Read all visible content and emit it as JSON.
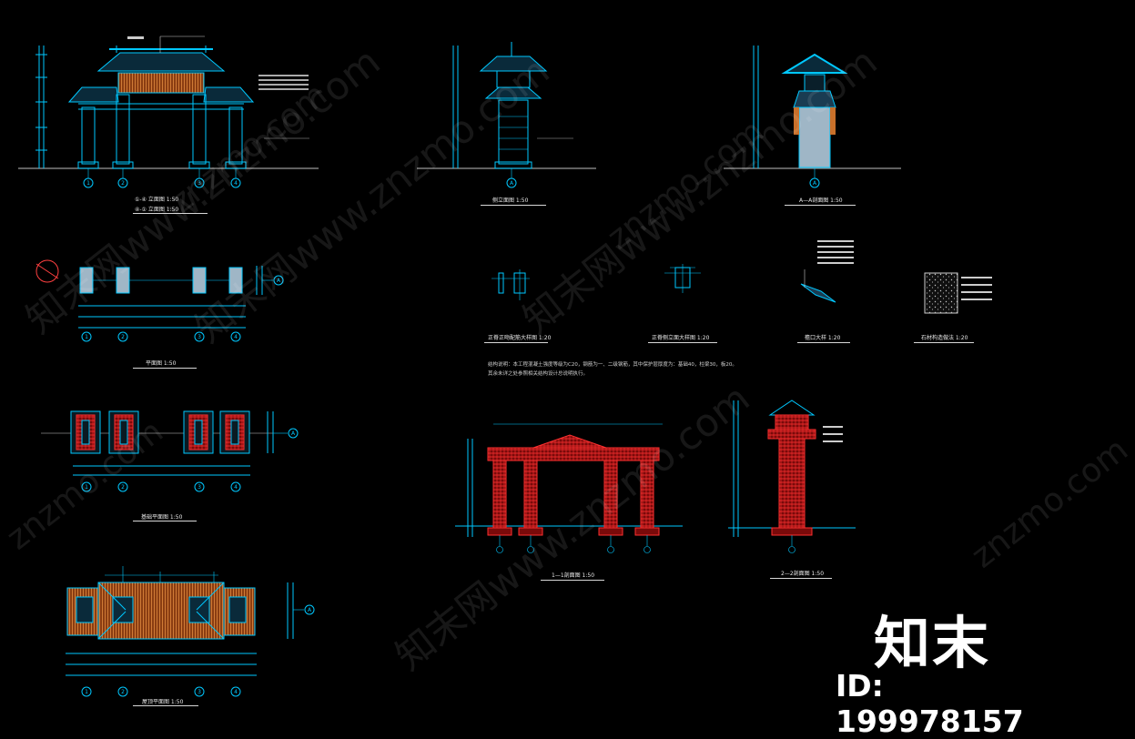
{
  "drawings": {
    "front_elevation": {
      "title1": "①-④ 立面图 1:50",
      "title2": "④-① 立面图 1:50",
      "axes": [
        "1",
        "2",
        "3",
        "4"
      ]
    },
    "side_elevation": {
      "title": "侧立面图 1:50",
      "axis": "A"
    },
    "section_aa": {
      "title": "A—A剖面图 1:50",
      "axis": "A"
    },
    "ground_plan": {
      "title": "平面图 1:50",
      "axes": [
        "1",
        "2",
        "3",
        "4"
      ],
      "axis_row": "A"
    },
    "column_plan": {
      "title": "基础平面图 1:50",
      "axes": [
        "1",
        "2",
        "3",
        "4"
      ],
      "axis_row": "A"
    },
    "roof_plan": {
      "title": "屋顶平面图 1:50",
      "axes": [
        "1",
        "2",
        "3",
        "4"
      ],
      "axis_row": "A"
    },
    "detail1": {
      "title": "正脊正吻配筋大样图 1:20"
    },
    "detail2": {
      "title": "正脊侧立面大样图 1:20"
    },
    "detail3": {
      "title": "檐口大样 1:20"
    },
    "detail4": {
      "title": "石材构造做法 1:20"
    },
    "section_11": {
      "title": "1—1剖面图 1:50"
    },
    "section_22": {
      "title": "2—2剖面图 1:50"
    }
  },
  "notes": {
    "line1": "结构说明：本工程混凝土强度等级为C20，钢筋为一、二级钢筋，其中保护层厚度为：基础40，柱梁30，板20。",
    "line2": "其余未详之处参照相关结构设计总说明执行。"
  },
  "watermark": {
    "text": "知末网www.znzmo.com",
    "short": "znzmo.com"
  },
  "brand": {
    "logo": "知末",
    "id": "ID: 199978157"
  },
  "colors": {
    "background": "#000000",
    "cyan": "#00c8ff",
    "red": "#e01818",
    "orange": "#c8702a",
    "white": "#e8e8e8",
    "ground": "#9a9a9a"
  }
}
